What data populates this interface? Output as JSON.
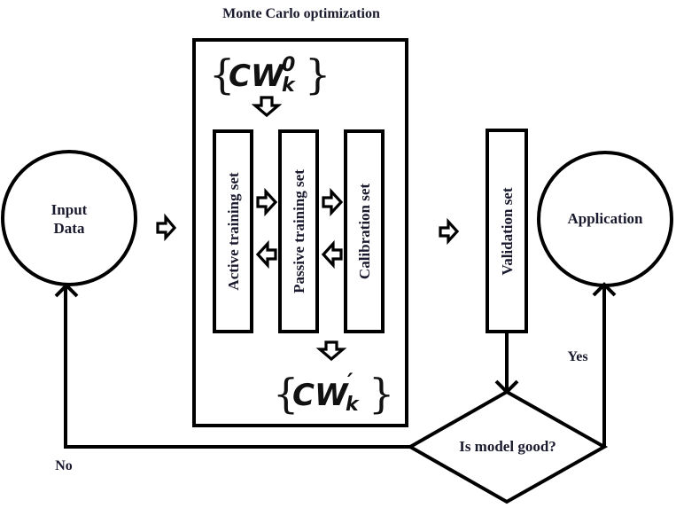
{
  "title": "Monte Carlo optimization",
  "nodes": {
    "input": "Input\nData",
    "input_line1": "Input",
    "input_line2": "Data",
    "active_training": "Active training set",
    "passive_training": "Passive training set",
    "calibration": "Calibration set",
    "validation": "Validation set",
    "application": "Application",
    "decision": "Is model good?"
  },
  "math": {
    "initial_weights": {
      "base": "CW",
      "superscript": "0",
      "subscript": "k"
    },
    "final_weights": {
      "base": "CW",
      "superscript": "′",
      "subscript": "k"
    }
  },
  "edges": {
    "yes_label": "Yes",
    "no_label": "No"
  },
  "colors": {
    "stroke": "#000000",
    "text": "#1a1a2e",
    "background": "#ffffff"
  }
}
